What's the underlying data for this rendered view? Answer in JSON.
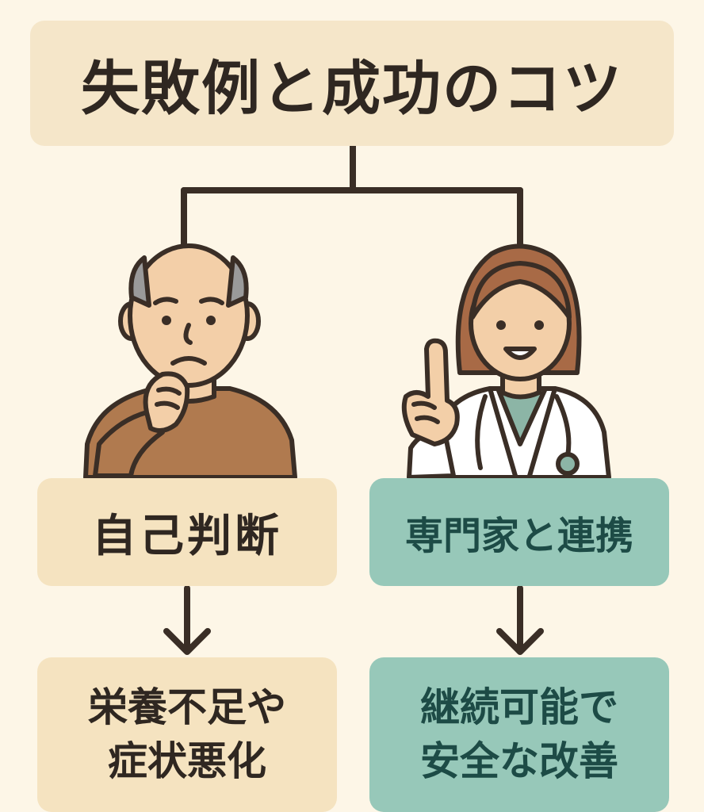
{
  "title": "失敗例と成功のコツ",
  "left": {
    "step": "自己判断",
    "result_line1": "栄養不足や",
    "result_line2": "症状悪化"
  },
  "right": {
    "step": "専門家と連携",
    "result_line1": "継続可能で",
    "result_line2": "安全な改善"
  },
  "colors": {
    "background": "#fdf6e7",
    "beige_box": "#f5e3c0",
    "teal_box": "#97c8b9",
    "line": "#3a2e26"
  },
  "illustrations": {
    "left": "elderly-man-thinking-icon",
    "right": "doctor-pointing-icon"
  }
}
